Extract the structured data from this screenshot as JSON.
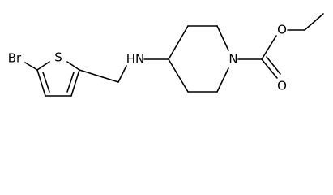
{
  "molecule": {
    "atoms": {
      "br": "Br",
      "s": "S",
      "nh": "HN",
      "n_ring": "N",
      "o_ester": "O",
      "o_carbonyl": "O"
    }
  },
  "colors": {
    "bond": "#000000",
    "text": "#000000",
    "background": "#ffffff"
  }
}
